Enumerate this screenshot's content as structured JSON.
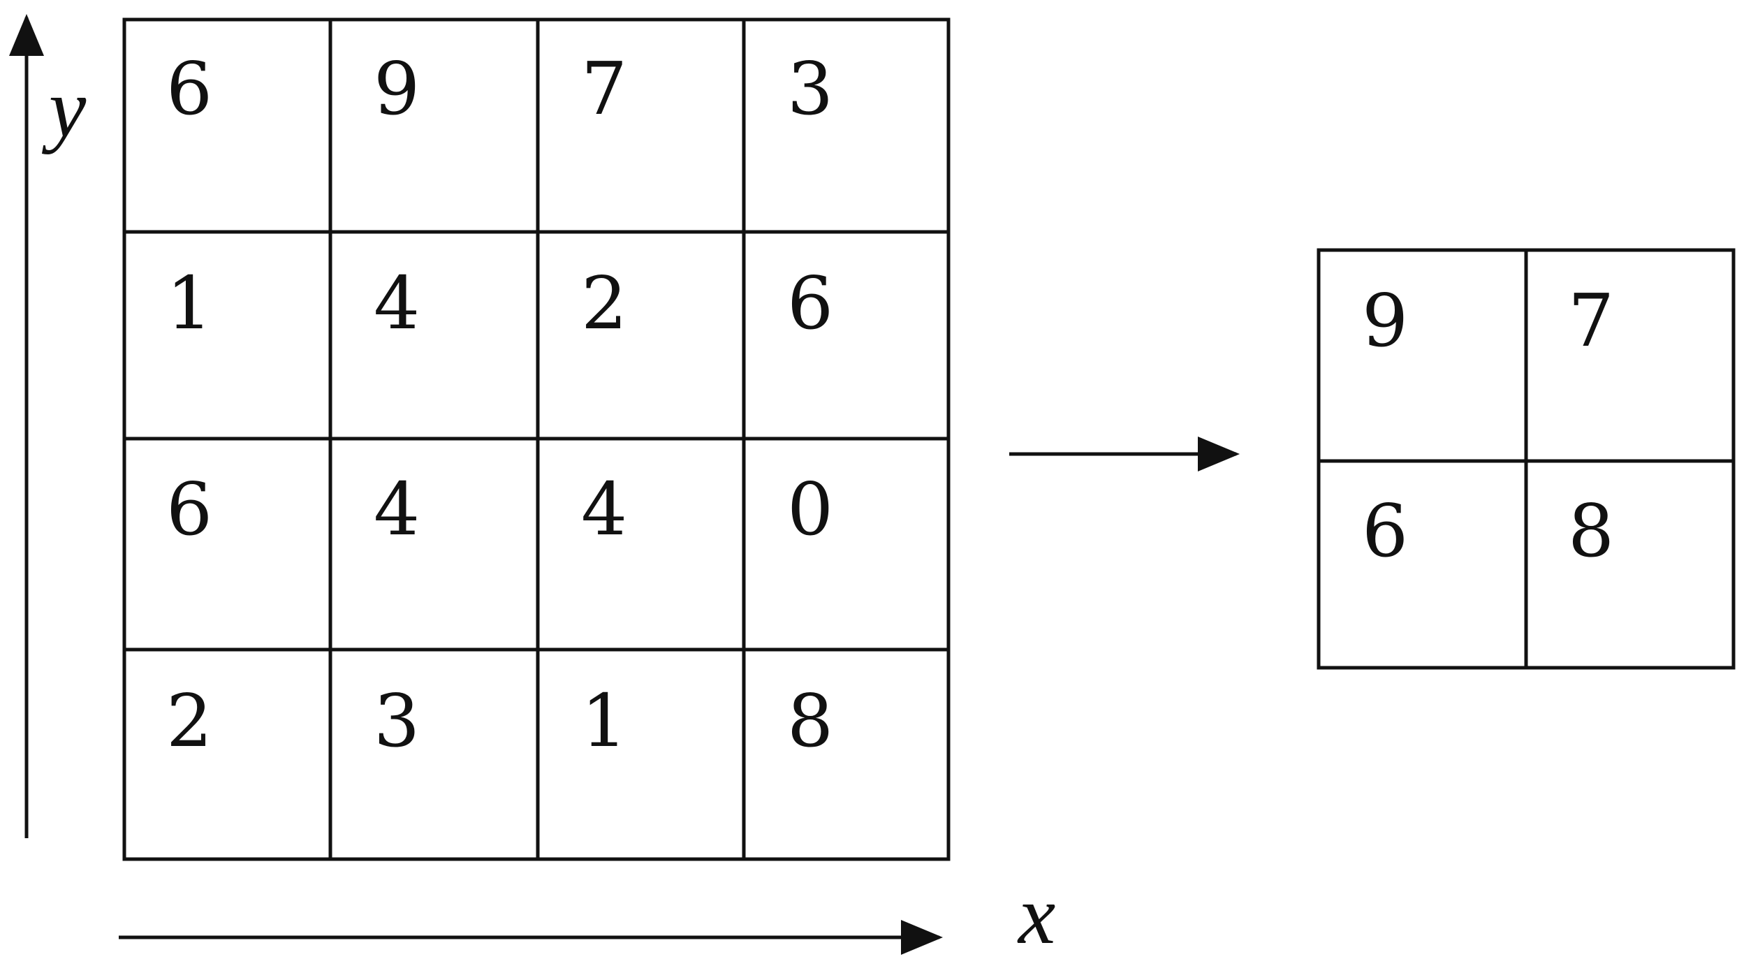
{
  "input_grid": {
    "rows": [
      [
        "6",
        "9",
        "7",
        "3"
      ],
      [
        "1",
        "4",
        "2",
        "6"
      ],
      [
        "6",
        "4",
        "4",
        "0"
      ],
      [
        "2",
        "3",
        "1",
        "8"
      ]
    ]
  },
  "output_grid": {
    "rows": [
      [
        "9",
        "7"
      ],
      [
        "6",
        "8"
      ]
    ]
  },
  "axes": {
    "x_label": "x",
    "y_label": "y"
  }
}
